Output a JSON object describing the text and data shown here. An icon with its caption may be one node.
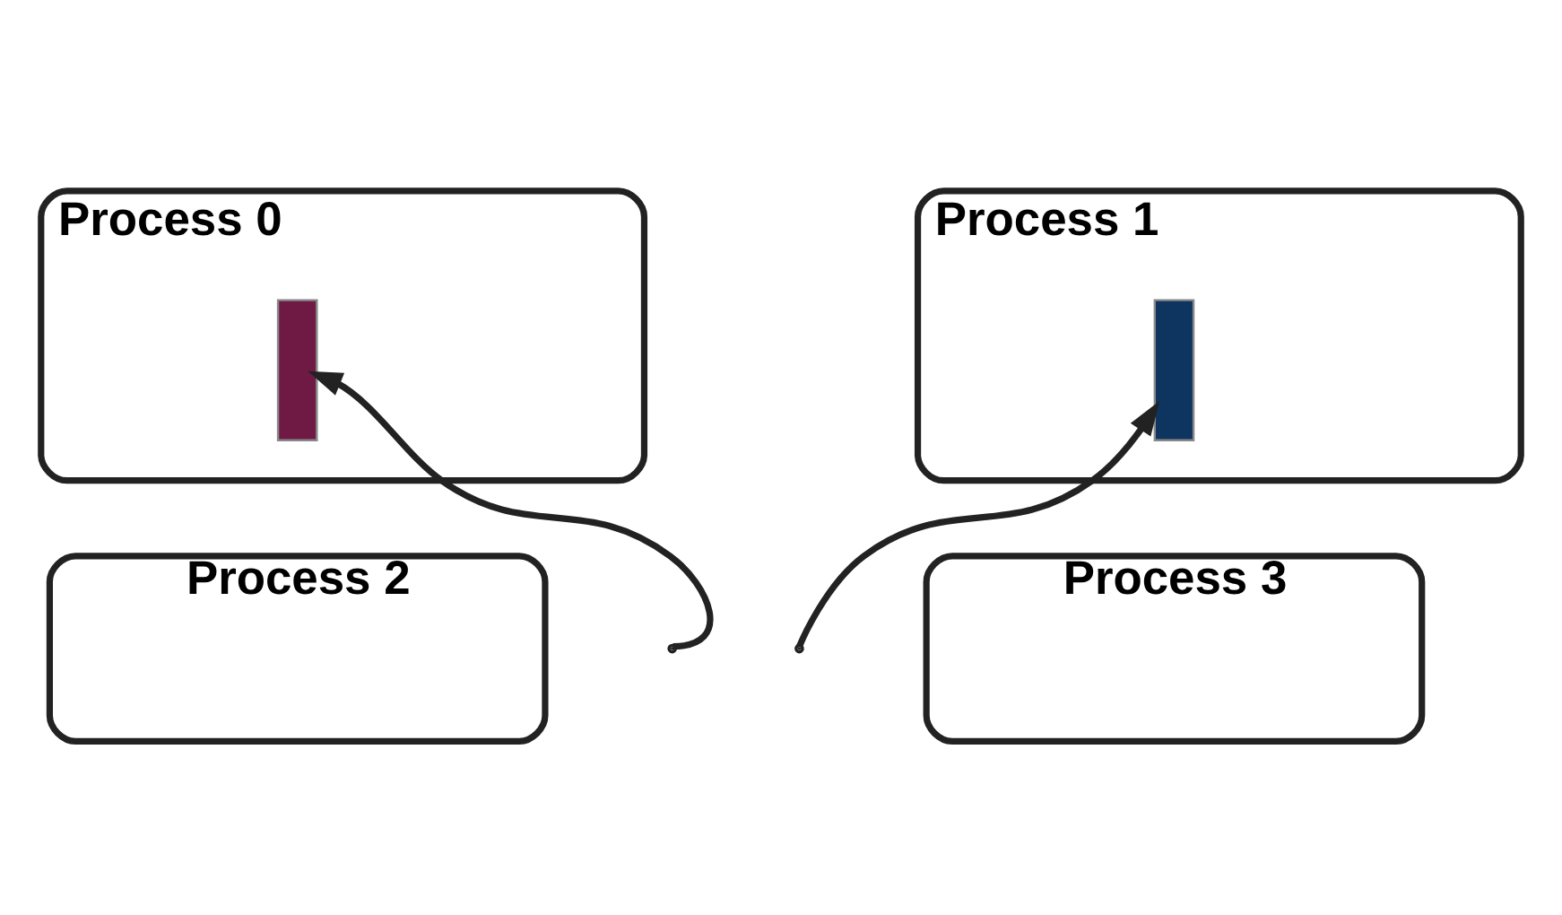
{
  "diagram": {
    "nodes": [
      {
        "text": [
          "Process 0"
        ]
      },
      {
        "text": [],
        "shape": "bar",
        "in": 0
      },
      {
        "text": [
          "Process 1"
        ]
      },
      {
        "text": [],
        "shape": "bar",
        "in": 2
      },
      {
        "text": [
          "Process 2"
        ]
      },
      {
        "text": [
          "Process 3"
        ]
      }
    ],
    "edges": [
      {
        "from": null,
        "to": 1,
        "arrow": "to"
      },
      {
        "from": null,
        "to": 3,
        "arrow": "to"
      }
    ]
  }
}
